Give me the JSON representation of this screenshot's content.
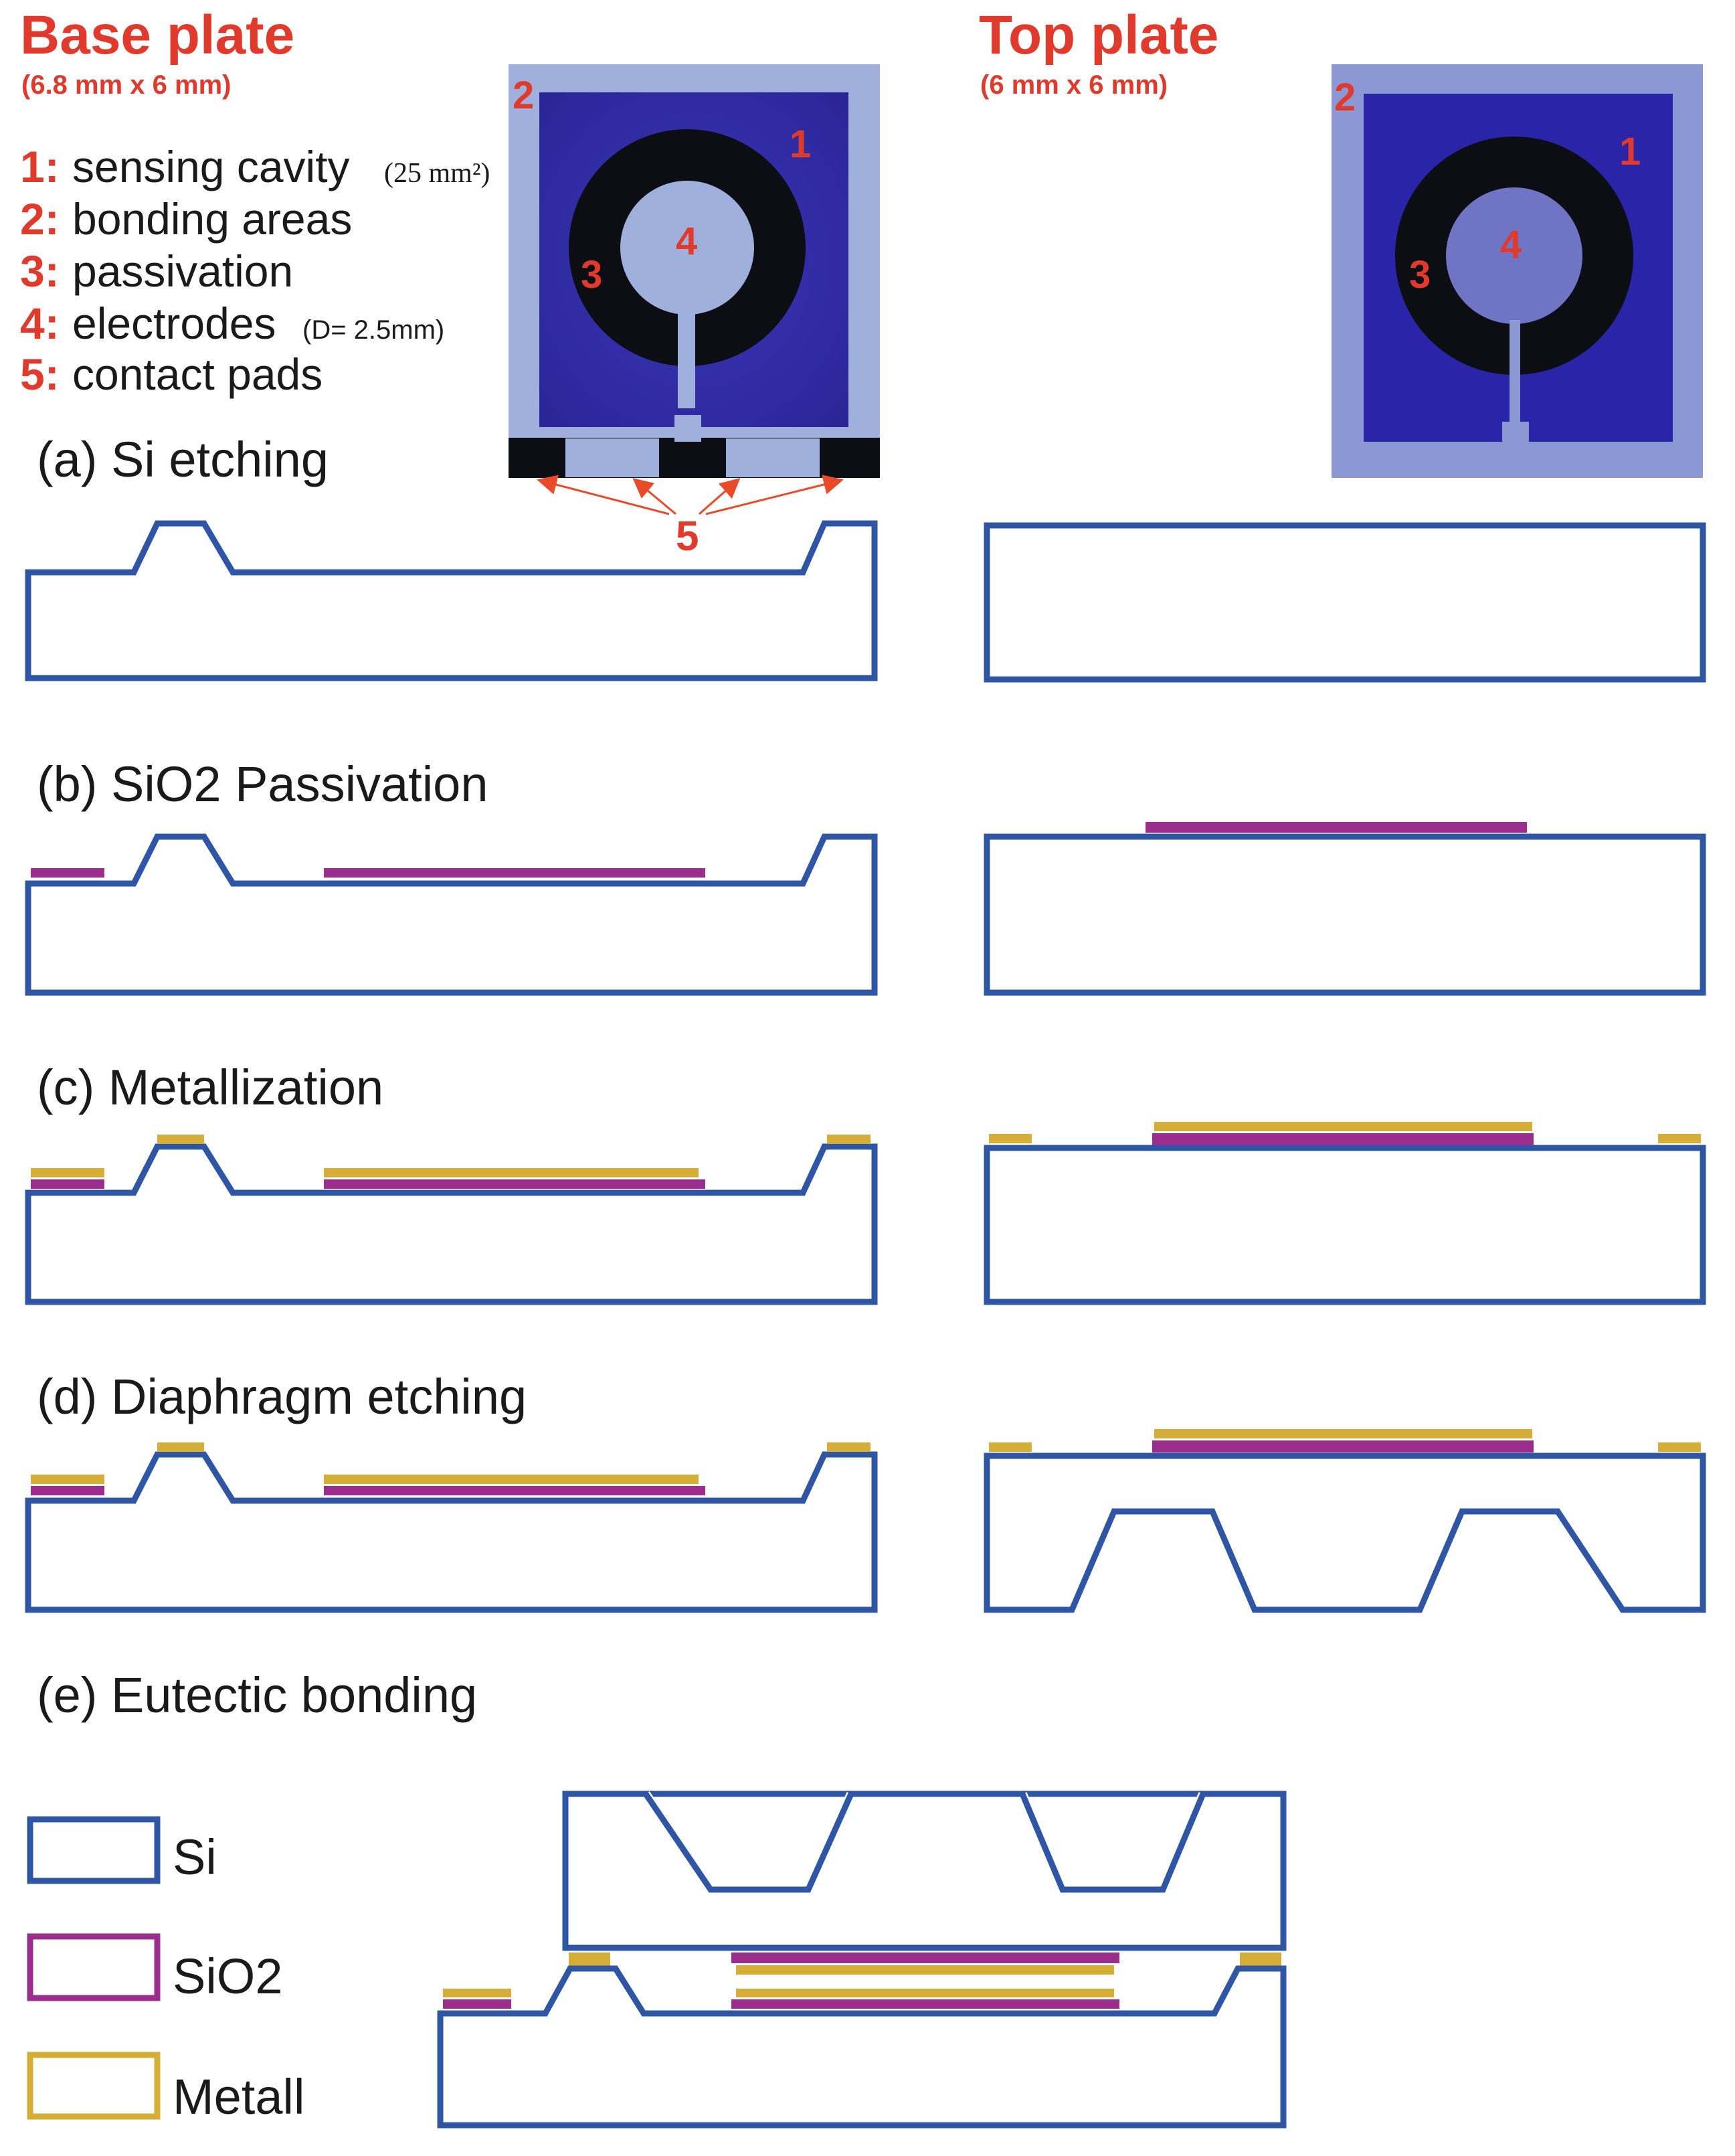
{
  "base_plate": {
    "title": "Base plate",
    "dimensions": "(6.8 mm x 6 mm)"
  },
  "top_plate": {
    "title": "Top plate",
    "dimensions": "(6 mm x 6 mm)"
  },
  "feature_list": [
    {
      "num": "1:",
      "text": "sensing cavity",
      "note": "(25 mm²)"
    },
    {
      "num": "2:",
      "text": "bonding areas",
      "note": ""
    },
    {
      "num": "3:",
      "text": "passivation",
      "note": ""
    },
    {
      "num": "4:",
      "text": "electrodes",
      "note": "(D= 2.5mm)"
    },
    {
      "num": "5:",
      "text": "contact pads",
      "note": ""
    }
  ],
  "photo_labels": [
    "1",
    "2",
    "3",
    "4"
  ],
  "contact_pad_label": "5",
  "steps": {
    "a": "(a) Si etching",
    "b": "(b) SiO2 Passivation",
    "c": "(c) Metallization",
    "d": "(d) Diaphragm etching",
    "e": "(e) Eutectic bonding"
  },
  "legend": [
    {
      "label": "Si",
      "color": "#2f56a4"
    },
    {
      "label": "SiO2",
      "color": "#9b2d8c"
    },
    {
      "label": "Metall",
      "color": "#d4ae36"
    }
  ],
  "colors": {
    "title_red": "#e03a2c",
    "si": "#2f56a4",
    "sio2": "#9b2d8c",
    "metal": "#d4ae36"
  }
}
